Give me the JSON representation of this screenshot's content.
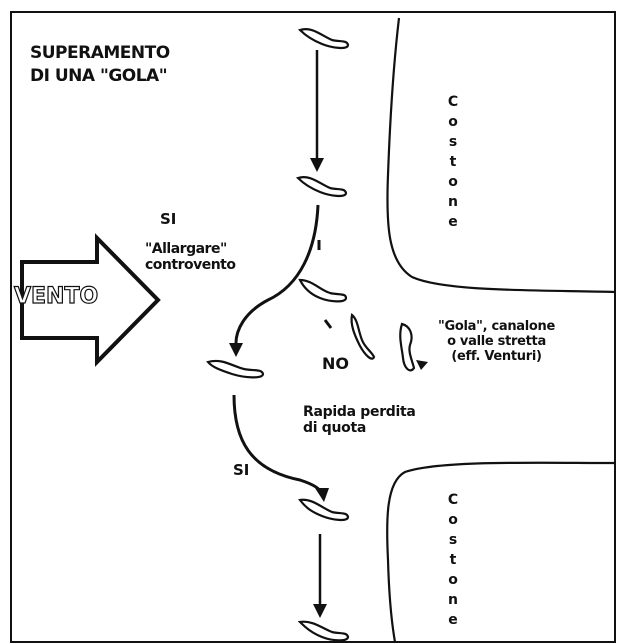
{
  "title": {
    "line1": "SUPERAMENTO",
    "line2": "DI UNA \"GOLA\""
  },
  "labels": {
    "si_upper": "SI",
    "allargare_line1": "\"Allargare\"",
    "allargare_line2": "controvento",
    "no": "NO",
    "gola_line1": "\"Gola\", canalone",
    "gola_line2": "o valle stretta",
    "gola_line3": "(eff. Venturi)",
    "rapida_line1": "Rapida perdita",
    "rapida_line2": "di quota",
    "si_lower": "SI",
    "vento": "VENTO"
  },
  "costone": {
    "upper": [
      "C",
      "o",
      "s",
      "t",
      "o",
      "n",
      "e"
    ],
    "lower": [
      "C",
      "o",
      "s",
      "t",
      "o",
      "n",
      "e"
    ]
  }
}
